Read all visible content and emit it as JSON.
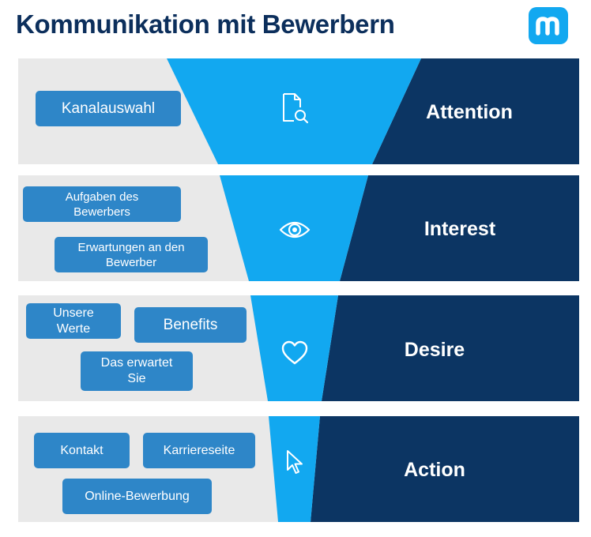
{
  "title": "Kommunikation mit Bewerbern",
  "colors": {
    "funnel": "#12a8f0",
    "stage": "#0c3563",
    "chip": "#2e86c8",
    "background": "#e9e9e9",
    "title": "#0c2f5c"
  },
  "rows": [
    {
      "stage": "Attention",
      "icon": "document-search-icon",
      "chips": [
        "Kanalauswahl"
      ]
    },
    {
      "stage": "Interest",
      "icon": "eye-icon",
      "chips": [
        "Aufgaben des\nBewerbers",
        "Erwartungen an den\nBewerber"
      ]
    },
    {
      "stage": "Desire",
      "icon": "heart-icon",
      "chips": [
        "Unsere\nWerte",
        "Benefits",
        "Das erwartet\nSie"
      ]
    },
    {
      "stage": "Action",
      "icon": "cursor-icon",
      "chips": [
        "Kontakt",
        "Karriereseite",
        "Online-Bewerbung"
      ]
    }
  ]
}
